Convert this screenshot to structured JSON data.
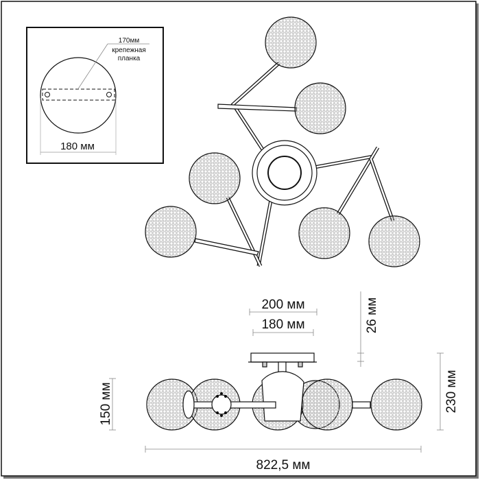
{
  "inset": {
    "bracket_length": "170мм",
    "bracket_label_line1": "крепежная",
    "bracket_label_line2": "планка",
    "canopy_diameter": "180 мм"
  },
  "side_view": {
    "canopy_outer": "200 мм",
    "canopy_inner": "180 мм",
    "canopy_height": "26 мм",
    "total_height": "230 мм",
    "globe_height": "150 мм",
    "total_width": "822,5 мм"
  },
  "colors": {
    "line": "#111111",
    "dim": "#888888"
  }
}
